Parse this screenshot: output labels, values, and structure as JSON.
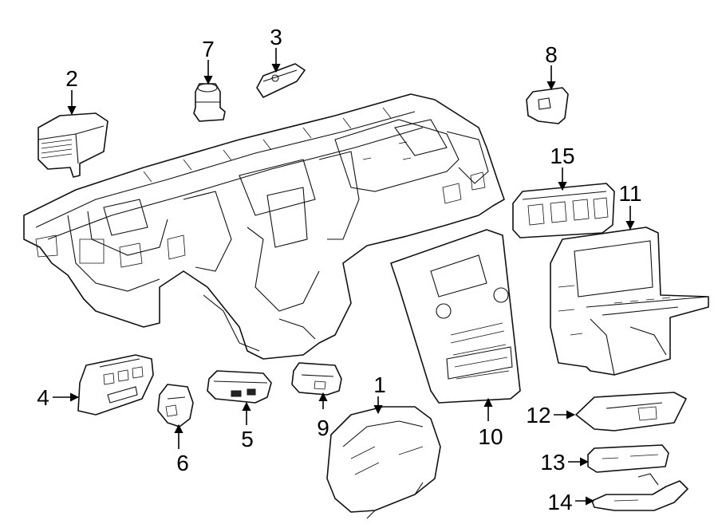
{
  "callouts": {
    "n1": "1",
    "n2": "2",
    "n3": "3",
    "n4": "4",
    "n5": "5",
    "n6": "6",
    "n7": "7",
    "n8": "8",
    "n9": "9",
    "n10": "10",
    "n11": "11",
    "n12": "12",
    "n13": "13",
    "n14": "14",
    "n15": "15"
  }
}
